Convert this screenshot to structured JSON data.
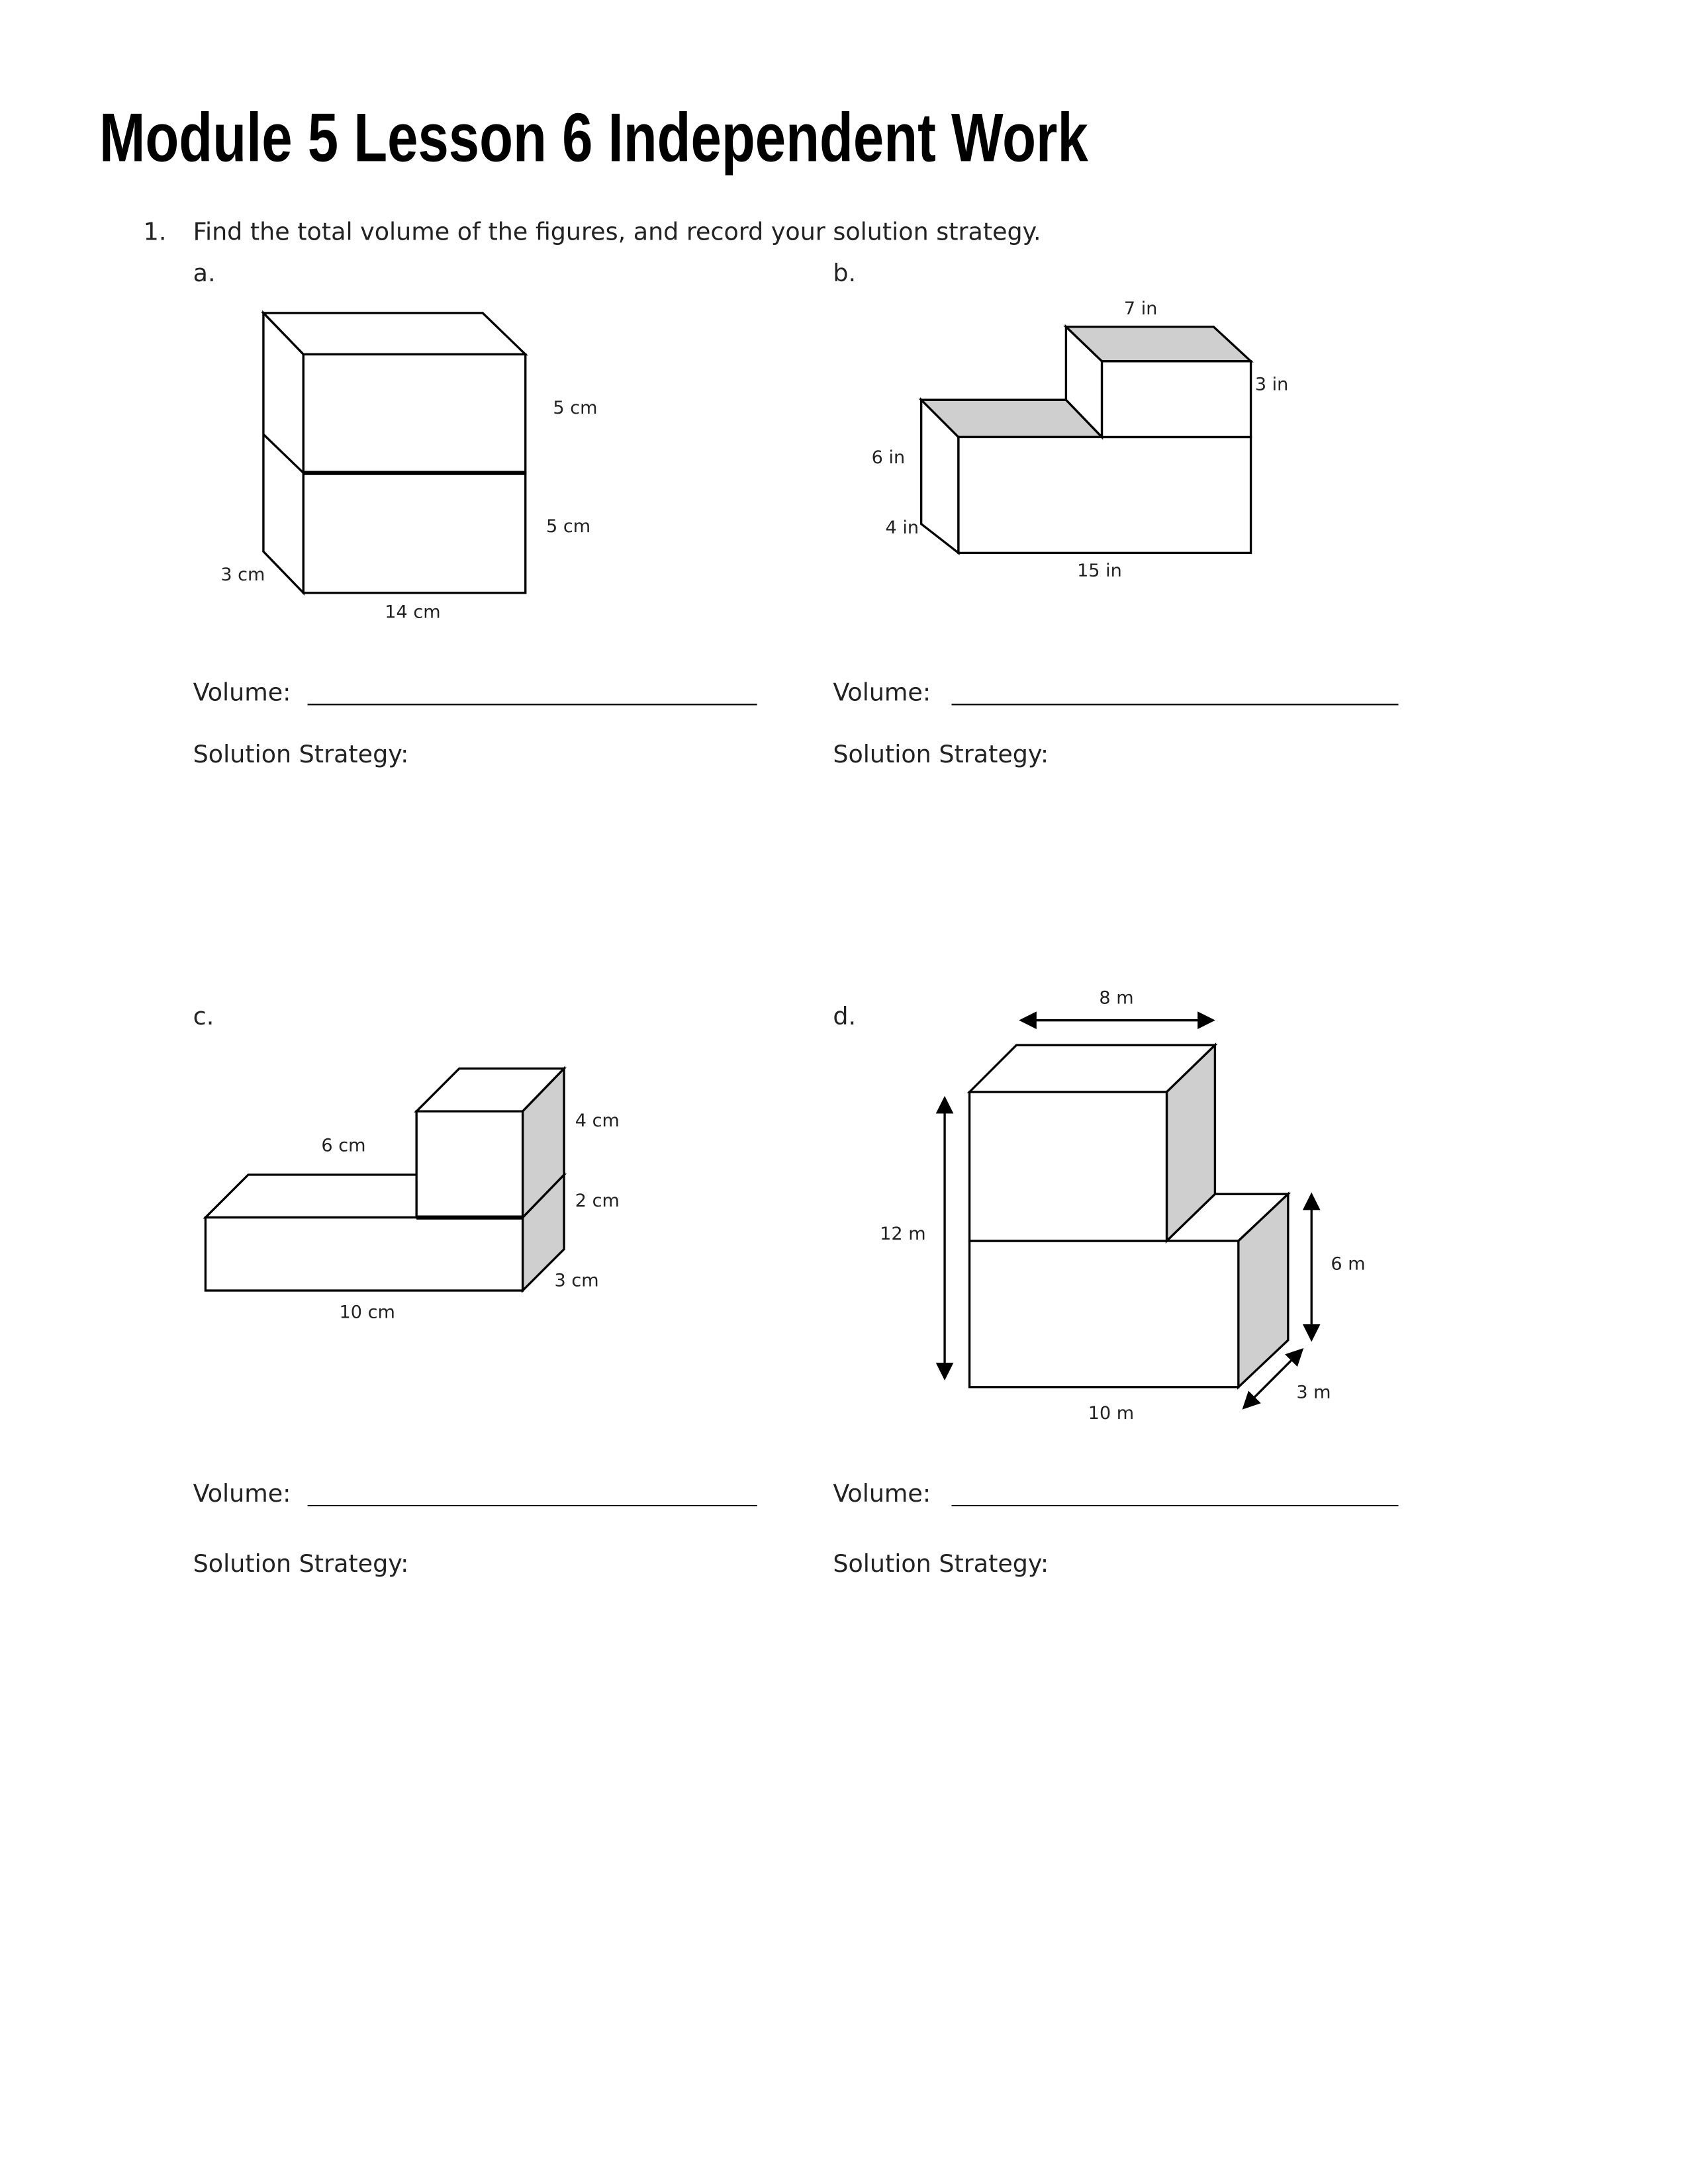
{
  "title": "Module 5 Lesson 6 Independent Work",
  "question": {
    "number": "1.",
    "prompt": "Find the total volume of the figures, and record your solution strategy."
  },
  "volume_label": "Volume:",
  "strategy_label": "Solution Strategy:",
  "figures": {
    "a": {
      "letter": "a.",
      "labels": [
        "5 cm",
        "5 cm",
        "3 cm",
        "14 cm"
      ]
    },
    "b": {
      "letter": "b.",
      "labels": [
        "7 in",
        "3 in",
        "6 in",
        "4 in",
        "15 in"
      ]
    },
    "c": {
      "letter": "c.",
      "labels": [
        "4 cm",
        "6 cm",
        "2 cm",
        "3 cm",
        "10 cm"
      ]
    },
    "d": {
      "letter": "d.",
      "labels": [
        "8 m",
        "12 m",
        "6 m",
        "3 m",
        "10 m"
      ]
    }
  }
}
